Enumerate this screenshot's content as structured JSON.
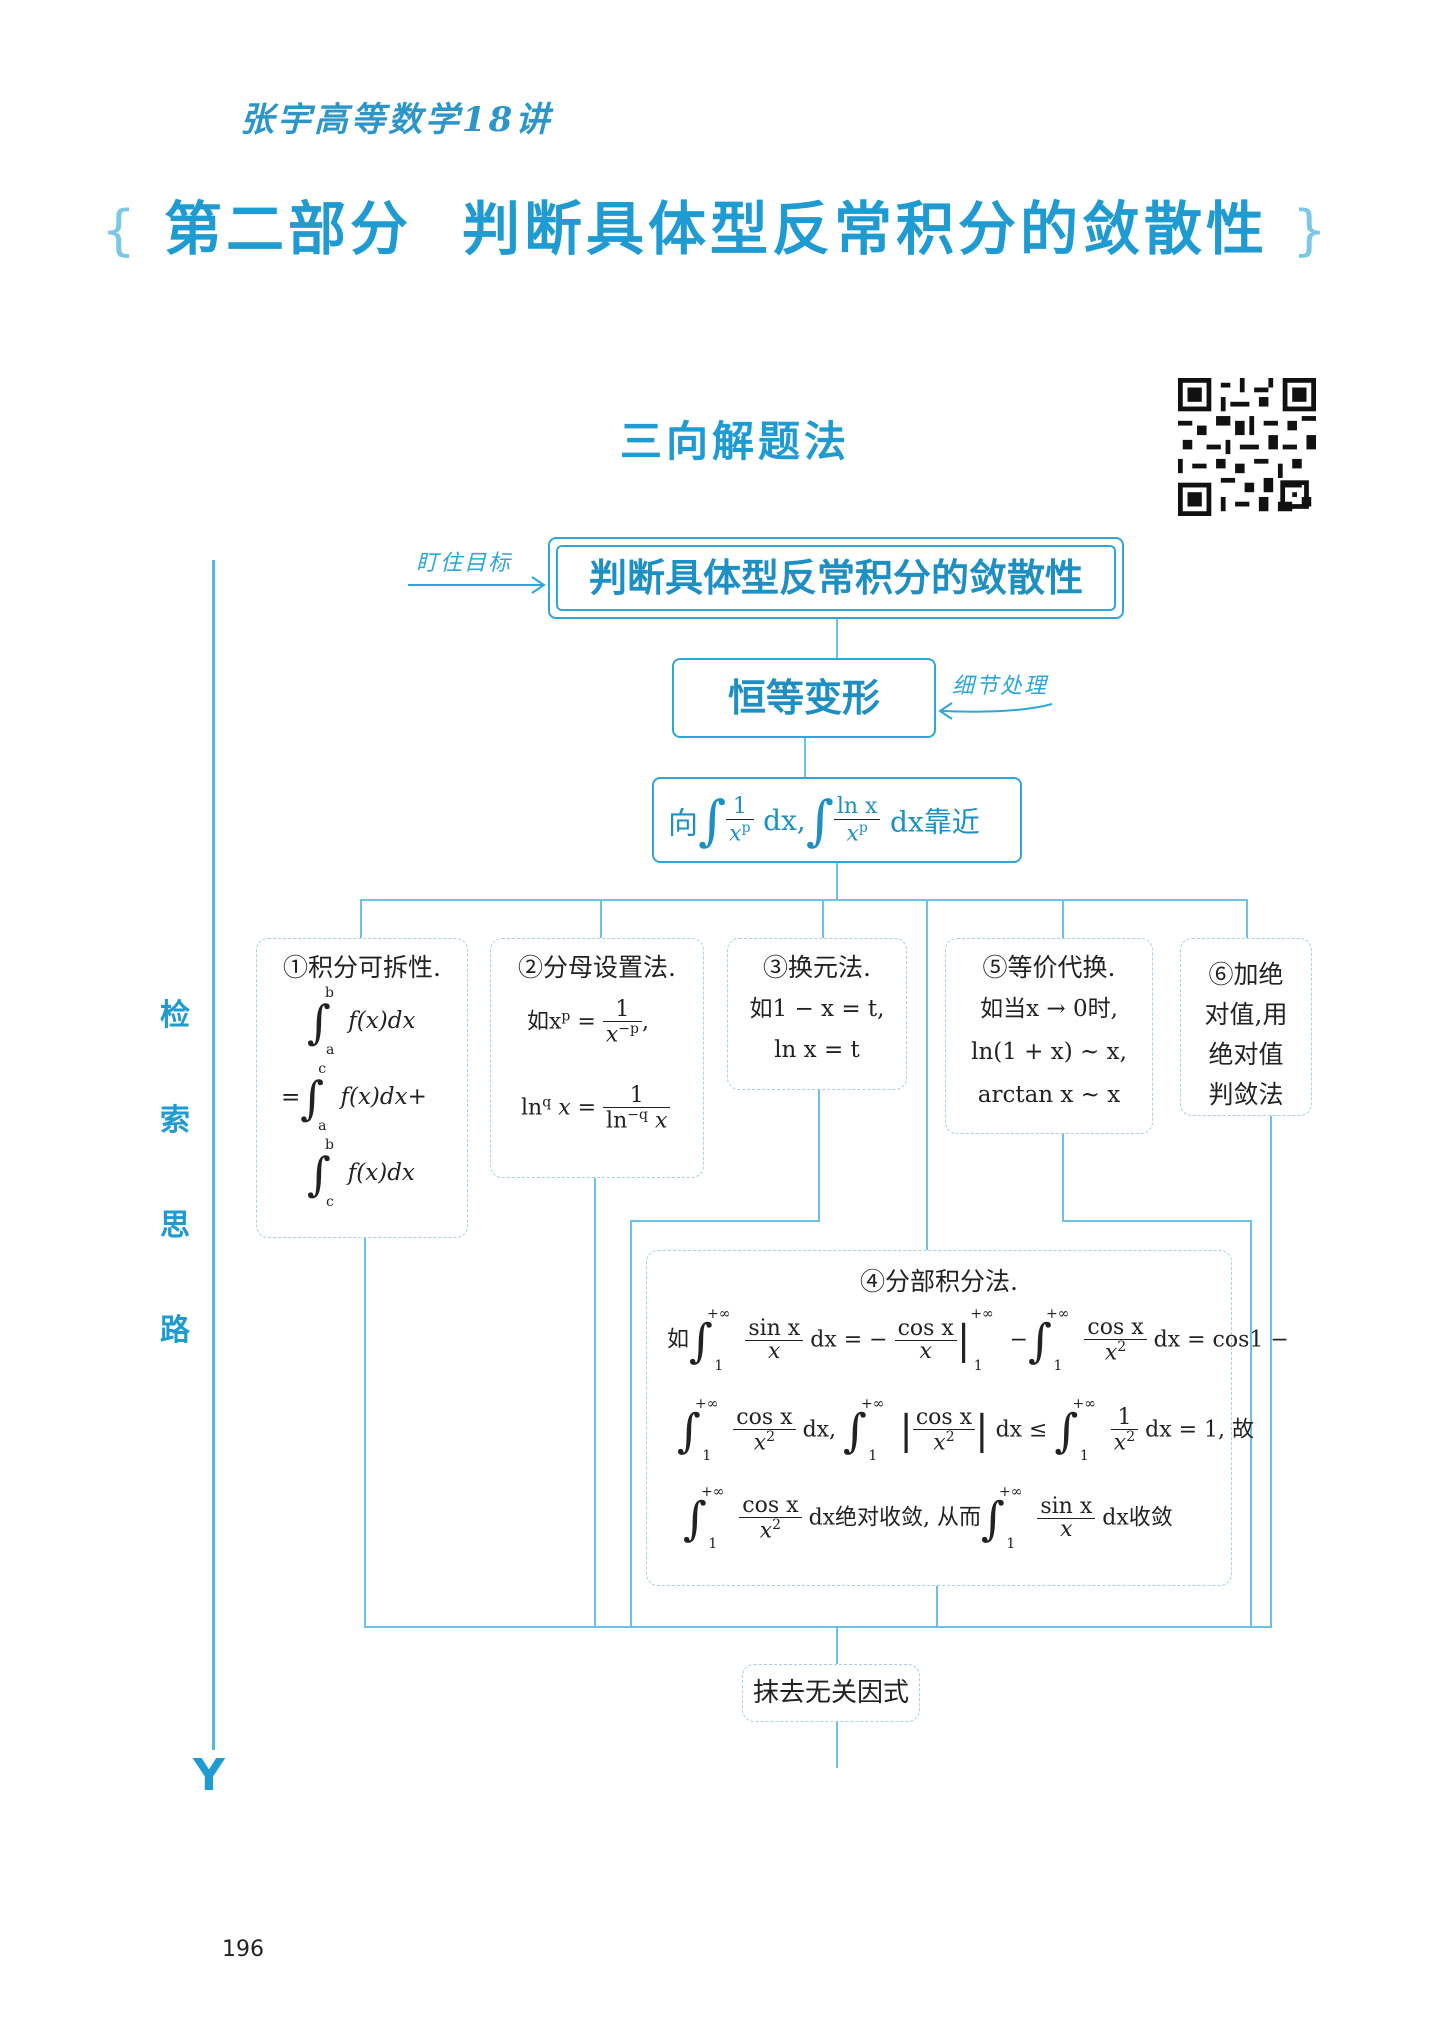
{
  "header": {
    "brand": "张宇高等数学18讲",
    "part_title_left": "第二部分",
    "part_title_right": "判断具体型反常积分的敛散性",
    "curl_left": "{",
    "curl_right": "}",
    "method_title": "三向解题法"
  },
  "side": {
    "chars": [
      "检",
      "索",
      "思",
      "路"
    ],
    "arrow": "Y"
  },
  "flow": {
    "goal_label": "盯住目标",
    "main_box": "判断具体型反常积分的敛散性",
    "detail_label": "细节处理",
    "box2": "恒等变形",
    "box3": {
      "prefix": "向",
      "f1_num": "1",
      "f1_den": "x",
      "f1_den_sup": "p",
      "dx": "dx",
      "comma": ",",
      "f2_num": "ln x",
      "f2_den": "x",
      "f2_den_sup": "p",
      "suffix": "dx靠近"
    },
    "m1": {
      "title": "①积分可拆性.",
      "line1": "f(x)dx",
      "line2": "f(x)dx+",
      "line3": "f(x)dx",
      "eq": "=",
      "b": "b",
      "a": "a",
      "c": "c"
    },
    "m2": {
      "title": "②分母设置法.",
      "ex1_prefix": "如x",
      "ex1_sup": "p",
      "ex1_eq": "=",
      "ex1_num": "1",
      "ex1_den": "x",
      "ex1_den_sup": "−p",
      "ex1_comma": ",",
      "ex2_prefix": "ln",
      "ex2_sup": "q",
      "ex2_x": "x =",
      "ex2_num": "1",
      "ex2_den": "ln",
      "ex2_den_sup": "−q",
      "ex2_den_x": "x"
    },
    "m3": {
      "title": "③换元法.",
      "line1": "如1 − x = t,",
      "line2": "ln x = t"
    },
    "m5": {
      "title": "⑤等价代换.",
      "line1": "如当x → 0时,",
      "line2": "ln(1 + x) ~ x,",
      "line3": "arctan x ~ x"
    },
    "m6": {
      "lines": [
        "⑥加绝",
        "对值,用",
        "绝对值",
        "判敛法"
      ]
    },
    "m4": {
      "title": "④分部积分法.",
      "row1": {
        "prefix": "如",
        "up": "+∞",
        "low": "1",
        "f1_num": "sin x",
        "f1_den": "x",
        "dx_eq": "dx = −",
        "f2_num": "cos x",
        "f2_den": "x",
        "bar_up": "+∞",
        "bar_low": "1",
        "minus": "−",
        "f3_num": "cos x",
        "f3_den": "x",
        "f3_den_sup": "2",
        "tail": "dx = cos1 −"
      },
      "row2": {
        "f1_num": "cos x",
        "f1_den": "x",
        "f1_den_sup": "2",
        "dx_comma": "dx,",
        "f2_num": "cos x",
        "f2_den": "x",
        "f2_den_sup": "2",
        "dx_le": "dx ≤",
        "f3_num": "1",
        "f3_den": "x",
        "f3_den_sup": "2",
        "tail": "dx = 1, 故"
      },
      "row3": {
        "f1_num": "cos x",
        "f1_den": "x",
        "f1_den_sup": "2",
        "mid": "dx绝对收敛, 从而",
        "f2_num": "sin x",
        "f2_den": "x",
        "tail": "dx收敛"
      }
    },
    "last_box": "抹去无关因式"
  },
  "page_number": "196",
  "colors": {
    "accent": "#1f9bd1",
    "line": "#6fc0e5",
    "dashed": "#a9cfe0"
  }
}
